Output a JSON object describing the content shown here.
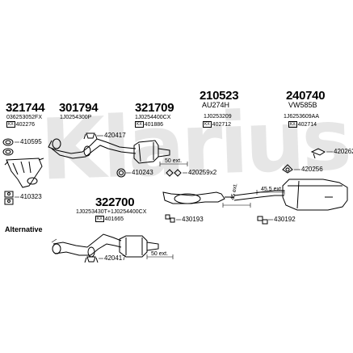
{
  "watermark": "Klarius",
  "groups": [
    {
      "number": "321744",
      "code": "036253052FX",
      "kit_tag": "KX",
      "kit_ref": "402276"
    },
    {
      "number": "301794",
      "code": "1J0254300P"
    },
    {
      "number": "321709",
      "code": "1J0254400CX",
      "kit_tag": "KX",
      "kit_ref": "401886"
    },
    {
      "number": "210523",
      "code_top": "AU274H",
      "code": "1J0253209",
      "kit_tag": "KX",
      "kit_ref": "402712"
    },
    {
      "number": "240740",
      "code_top": "VW585B",
      "code": "1J6253609AA",
      "kit_tag": "KX",
      "kit_ref": "402714"
    },
    {
      "number": "322700",
      "code": "1J0253430T+1J0254400CX",
      "kit_tag": "KX",
      "kit_ref": "401665"
    }
  ],
  "parts": {
    "p410595": "410595",
    "p410323": "410323",
    "p420417a": "420417",
    "p410243": "410243",
    "p420259": "420259x2",
    "p420262": "420262",
    "p420256": "420256",
    "p430193": "430193",
    "p430192": "430192",
    "p420417b": "420417"
  },
  "dims": {
    "d50a": "50 ext.",
    "d45a": "45 ext.",
    "d45b": "45.5 ext.",
    "d50b": "50 ext."
  },
  "alternative_label": "Alternative",
  "colors": {
    "line": "#000000",
    "watermark": "#e6e6e6"
  }
}
